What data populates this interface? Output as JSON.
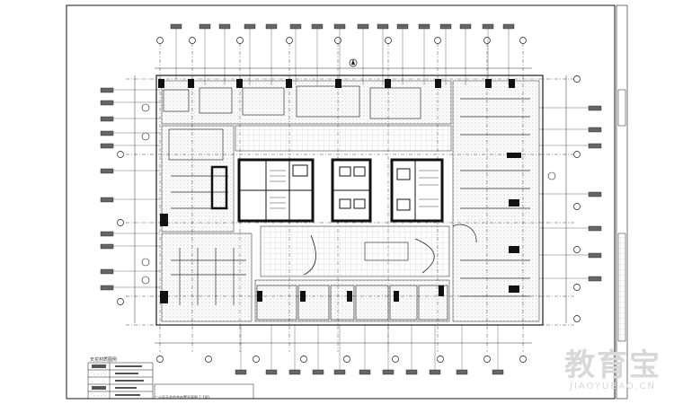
{
  "drawing": {
    "legend_title": "天花材质图例",
    "title_note": "二十层天花综合布置平面图 1:100"
  },
  "watermark": {
    "brand_cn": "教育宝",
    "brand_url": "JIAOYUBAO.CN"
  },
  "colors": {
    "line": "#1a1a1a",
    "hatch": "#8c8c8c",
    "tag_fill": "#555555",
    "watermark": "#d8d8d8"
  }
}
